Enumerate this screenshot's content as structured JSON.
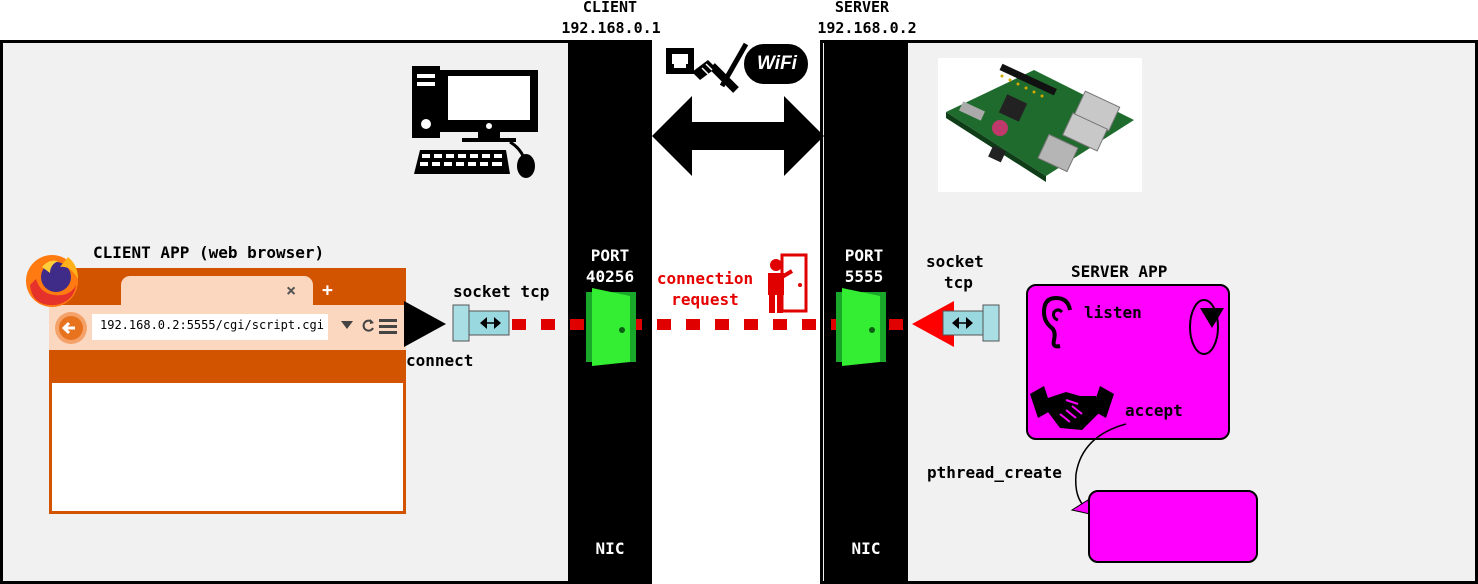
{
  "client": {
    "title": "CLIENT",
    "ip": "192.168.0.1"
  },
  "server": {
    "title": "SERVER",
    "ip": "192.168.0.2"
  },
  "client_port": {
    "title": "PORT",
    "number": "40256"
  },
  "server_port": {
    "title": "PORT",
    "number": "5555"
  },
  "nic_left": "NIC",
  "nic_right": "NIC",
  "client_app": {
    "title": "CLIENT APP (web browser)",
    "url": "192.168.0.2:5555/cgi/script.cgi",
    "tab_close": "×",
    "tab_add": "+"
  },
  "socket_left": {
    "line1": "socket tcp",
    "line2": ""
  },
  "socket_right": {
    "line1": "socket",
    "line2": "tcp"
  },
  "connect_label": "connect",
  "connection_request": {
    "line1": "connection",
    "line2": "request"
  },
  "server_app": {
    "title": "SERVER APP",
    "listen": "listen",
    "accept": "accept"
  },
  "pthread_label": "pthread_create",
  "wifi_text": "WiFi",
  "colors": {
    "magenta": "#ff00ff",
    "red": "#e60000",
    "green": "#22e000",
    "browser_orange": "#d35400",
    "panel": "#f1f1f1"
  }
}
